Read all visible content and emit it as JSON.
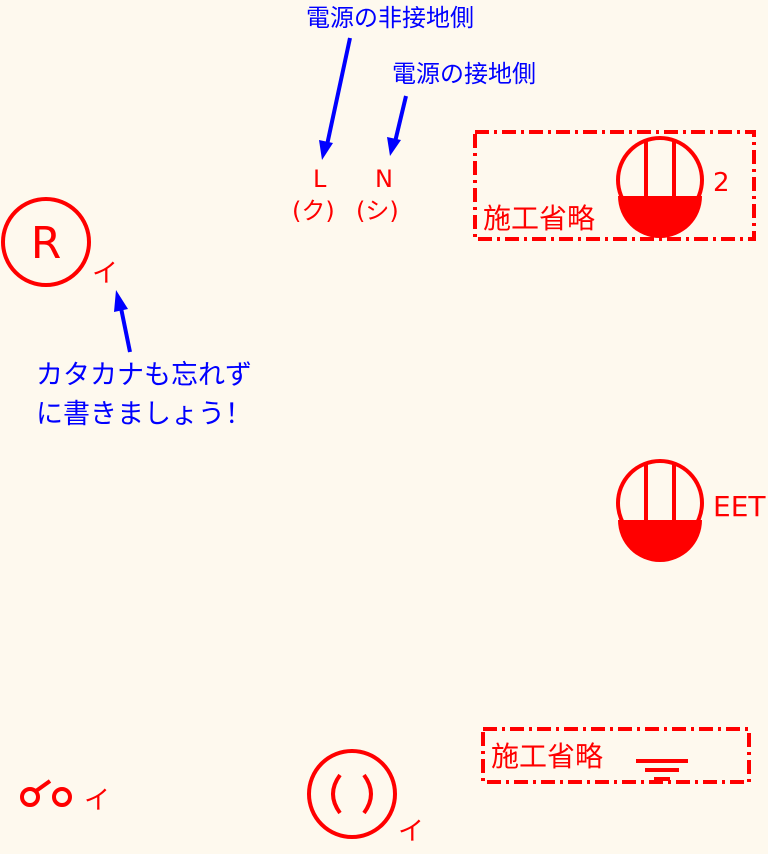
{
  "colors": {
    "background": "#fef9ee",
    "symbol": "#ff0000",
    "annotation": "#0000ff"
  },
  "annotations": {
    "hot_side": "電源の非接地側",
    "neutral_side": "電源の接地側",
    "katakana_note_line1": "カタカナも忘れず",
    "katakana_note_line2": "に書きましょう！"
  },
  "terminals": {
    "L": "L",
    "N": "N",
    "L_kana": "(ク)",
    "N_kana": "(シ)"
  },
  "symbols": {
    "lamp_letter": "R",
    "lamp_label": "イ",
    "omitted_box_1": "施工省略",
    "outlet_top_count": "2",
    "outlet_middle_label": "EET",
    "omitted_box_2": "施工省略",
    "switch_label": "イ",
    "ceiling_light_mark": "(  )",
    "ceiling_light_label": "イ"
  }
}
